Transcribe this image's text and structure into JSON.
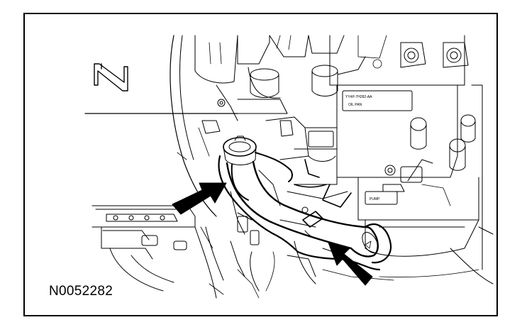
{
  "figure": {
    "id_label": "N0052282",
    "part_label_line1": "YY4P-7H282-AA",
    "part_label_line2": "OIL PAN",
    "part_label_side": "PUMP"
  },
  "colors": {
    "ink": "#000000",
    "paper": "#ffffff"
  }
}
